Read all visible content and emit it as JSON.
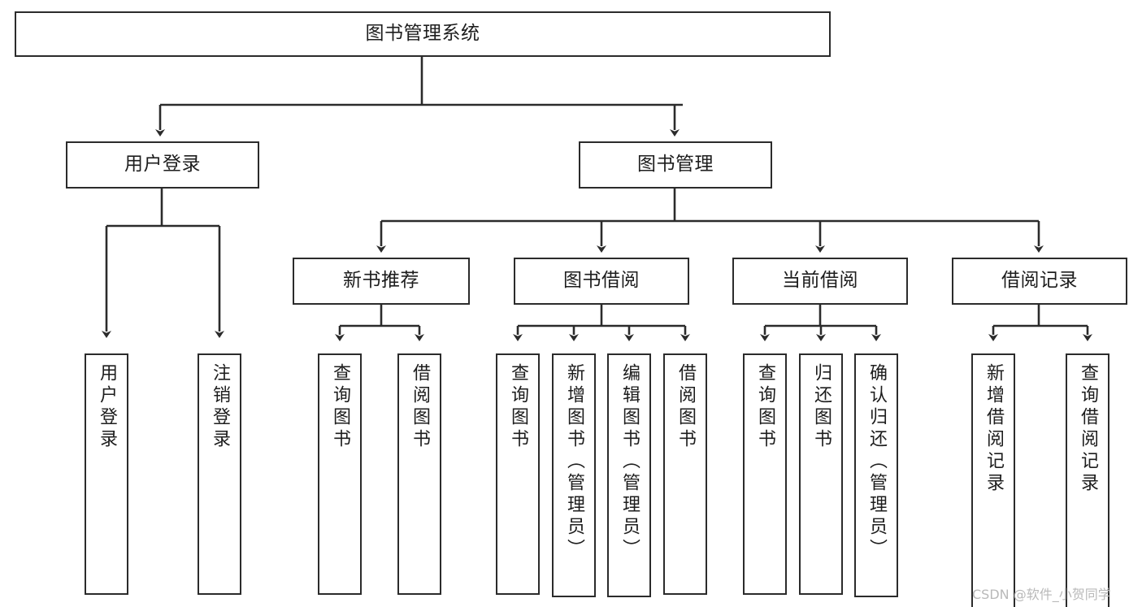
{
  "diagram": {
    "title": "图书管理系统",
    "type": "tree-hierarchy-chart",
    "orientation": "top-down",
    "colors": {
      "box_border": "#2b2b2b",
      "box_fill": "#ffffff",
      "edge": "#2b2b2b",
      "text": "#1d1d1d",
      "watermark": "#b9b9b9",
      "background": "#ffffff"
    },
    "watermark": "CSDN @软件_小贺同学",
    "nodes": {
      "root": {
        "label": "图书管理系统"
      },
      "level1": [
        {
          "label": "用户登录"
        },
        {
          "label": "图书管理"
        }
      ],
      "level2": [
        {
          "label": "新书推荐"
        },
        {
          "label": "图书借阅"
        },
        {
          "label": "当前借阅"
        },
        {
          "label": "借阅记录"
        }
      ],
      "leaves": {
        "user_login": [
          {
            "label": "用户登录"
          },
          {
            "label": "注销登录"
          }
        ],
        "new_book_recommend": [
          {
            "label": "查询图书"
          },
          {
            "label": "借阅图书"
          }
        ],
        "book_borrow": [
          {
            "label": "查询图书"
          },
          {
            "label": "新增图书（管理员）"
          },
          {
            "label": "编辑图书（管理员）"
          },
          {
            "label": "借阅图书"
          }
        ],
        "current_borrow": [
          {
            "label": "查询图书"
          },
          {
            "label": "归还图书"
          },
          {
            "label": "确认归还（管理员）"
          }
        ],
        "borrow_record": [
          {
            "label": "新增借阅记录"
          },
          {
            "label": "查询借阅记录"
          }
        ]
      }
    }
  }
}
